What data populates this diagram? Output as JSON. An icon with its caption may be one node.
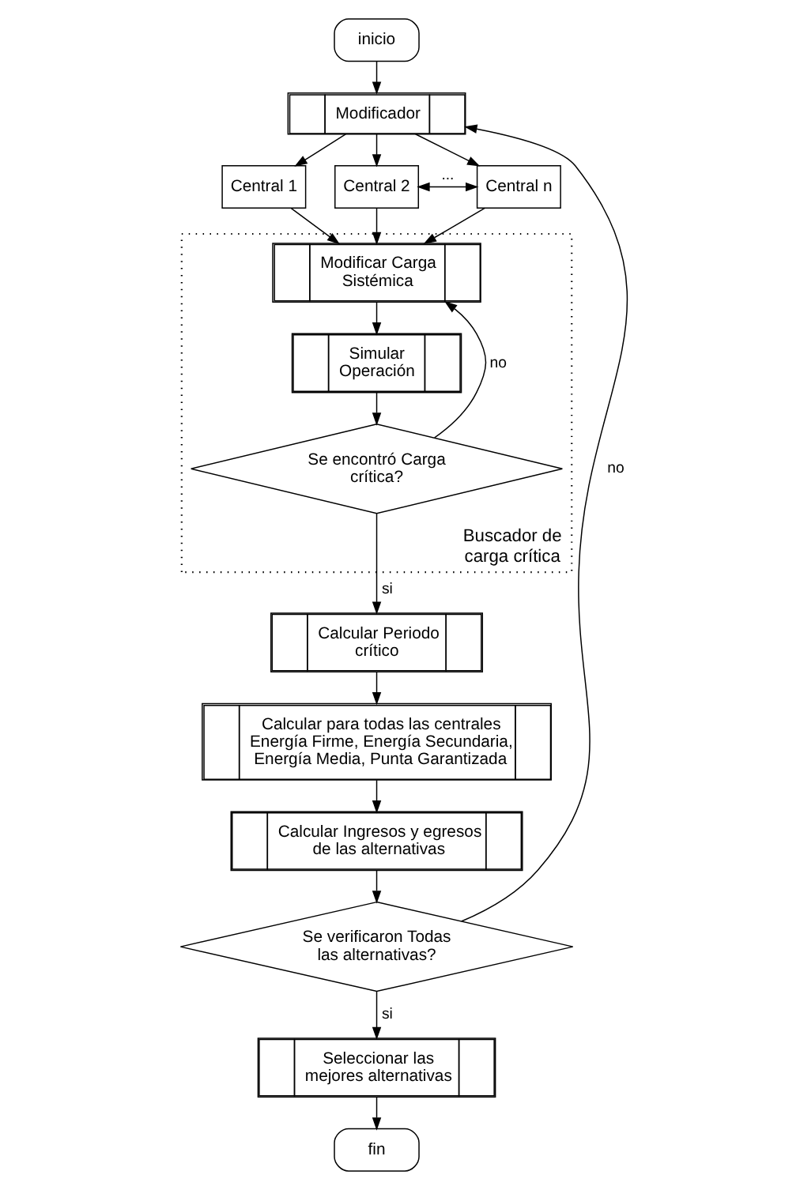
{
  "diagram": {
    "nodes": [
      {
        "text": [
          "inicio"
        ]
      },
      {
        "text": [
          "Modificador"
        ]
      },
      {
        "text": [
          "Central 1"
        ]
      },
      {
        "text": [
          "Central 2"
        ]
      },
      {
        "text": [
          "Central n"
        ]
      },
      {
        "text": [
          "Buscador de carga crítica"
        ]
      },
      {
        "text": [
          "Modificar Carga Sistémica"
        ],
        "in": 5
      },
      {
        "text": [
          "Simular Operación"
        ],
        "in": 5
      },
      {
        "text": [
          "Se encontró Carga crítica?"
        ],
        "in": 5
      },
      {
        "text": [
          "Calcular Periodo crítico"
        ]
      },
      {
        "text": [
          "Calcular para todas las centrales Energía Firme, Energía Secundaria, Energía Media, Punta Garantizada"
        ]
      },
      {
        "text": [
          "Calcular Ingresos y egresos de las alternativas"
        ]
      },
      {
        "text": [
          "Se verificaron Todas las alternativas?"
        ]
      },
      {
        "text": [
          "Seleccionar las mejores alternativas"
        ]
      },
      {
        "text": [
          "fin"
        ]
      }
    ],
    "edges": [
      {
        "from": 0,
        "to": 1,
        "arrow": "to"
      },
      {
        "from": 1,
        "to": 2,
        "arrow": "to"
      },
      {
        "from": 1,
        "to": 3,
        "arrow": "to"
      },
      {
        "from": 1,
        "to": 4,
        "arrow": "to"
      },
      {
        "from": 3,
        "to": 4,
        "arrow": "both",
        "label": "..."
      },
      {
        "from": 2,
        "to": 6,
        "arrow": "to"
      },
      {
        "from": 3,
        "to": 6,
        "arrow": "to"
      },
      {
        "from": 4,
        "to": 6,
        "arrow": "to"
      },
      {
        "from": 6,
        "to": 7,
        "arrow": "to"
      },
      {
        "from": 7,
        "to": 8,
        "arrow": "to"
      },
      {
        "from": 8,
        "to": 6,
        "arrow": "to",
        "label": "no"
      },
      {
        "from": 8,
        "to": 9,
        "arrow": "to",
        "label": "si"
      },
      {
        "from": 9,
        "to": 10,
        "arrow": "to"
      },
      {
        "from": 10,
        "to": 11,
        "arrow": "to"
      },
      {
        "from": 11,
        "to": 12,
        "arrow": "to"
      },
      {
        "from": 12,
        "to": 1,
        "arrow": "to",
        "label": "no"
      },
      {
        "from": 12,
        "to": 13,
        "arrow": "to",
        "label": "si"
      },
      {
        "from": 13,
        "to": 14,
        "arrow": "to"
      }
    ]
  }
}
